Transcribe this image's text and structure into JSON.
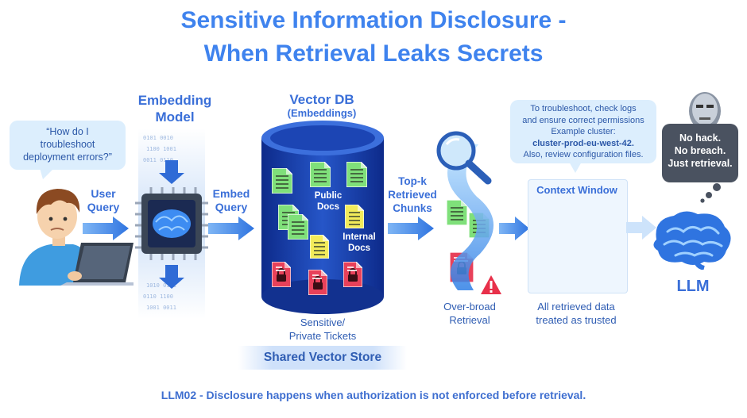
{
  "title": {
    "line1": "Sensitive Information Disclosure -",
    "line2": "When Retrieval Leaks Secrets"
  },
  "user": {
    "bubble_line1": "“How do I",
    "bubble_line2": "troubleshoot",
    "bubble_line3": "deployment errors?”",
    "query_label_line1": "User",
    "query_label_line2": "Query"
  },
  "embedding": {
    "title_line1": "Embedding",
    "title_line2": "Model",
    "arrow_label_line1": "Embed",
    "arrow_label_line2": "Query"
  },
  "vector_db": {
    "title": "Vector DB",
    "subtitle": "(Embeddings)",
    "public_label_line1": "Public",
    "public_label_line2": "Docs",
    "internal_label_line1": "Internal",
    "internal_label_line2": "Docs",
    "sensitive_label_line1": "Sensitive/",
    "sensitive_label_line2": "Private Tickets",
    "store_label": "Shared Vector Store"
  },
  "retrieval": {
    "topk_line1": "Top-k",
    "topk_line2": "Retrieved",
    "topk_line3": "Chunks",
    "overbroad_line1": "Over-broad",
    "overbroad_line2": "Retrieval"
  },
  "context": {
    "bubble_line1": "To troubleshoot, check logs",
    "bubble_line2": "and ensure correct permissions",
    "bubble_line3": "Example cluster:",
    "bubble_line4": "cluster-prod-eu-west-42.",
    "bubble_line5": "Also, review configuration files.",
    "title": "Context Window",
    "note_line1": "All retrieved data",
    "note_line2": "treated as trusted"
  },
  "llm": {
    "label": "LLM",
    "thought_line1": "No hack.",
    "thought_line2": "No breach.",
    "thought_line3": "Just retrieval."
  },
  "footer": "LLM02 - Disclosure happens when authorization is not enforced before retrieval.",
  "colors": {
    "accent_blue": "#3f83ee",
    "public_doc": "#7fe07a",
    "internal_doc": "#f3ec5a",
    "sensitive_doc": "#e8415a"
  }
}
